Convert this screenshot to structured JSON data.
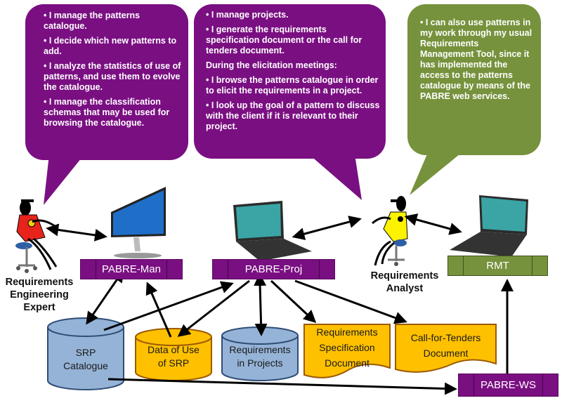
{
  "bubbles": {
    "expert": {
      "items": [
        "• I manage the patterns catalogue.",
        "• I decide which new patterns to add.",
        "• I analyze the statistics of use of patterns, and use them to evolve the catalogue.",
        "• I manage the classification schemas that may be used for browsing the catalogue."
      ]
    },
    "analyst": {
      "items": [
        "• I manage projects.",
        "• I generate the requirements specification document or the call for tenders document.",
        "During the elicitation meetings:",
        "• I browse the patterns catalogue in order to elicit the requirements in a project.",
        "• I look up the goal of a pattern to discuss with the client if it is relevant to their project."
      ]
    },
    "rmt_user": {
      "items": [
        "• I can also use patterns in my work through my usual Requirements Management Tool, since it has implemented the access to the patterns catalogue by means of the PABRE web services."
      ]
    }
  },
  "actors": {
    "expert": {
      "line1": "Requirements",
      "line2": "Engineering",
      "line3": "Expert"
    },
    "analyst": {
      "line1": "Requirements",
      "line2": "Analyst"
    }
  },
  "components": {
    "man": "PABRE-Man",
    "proj": "PABRE-Proj",
    "rmt": "RMT",
    "ws": "PABRE-WS"
  },
  "databases": {
    "srp": {
      "line1": "SRP",
      "line2": "Catalogue"
    },
    "usage": {
      "line1": "Data of Use",
      "line2": "of SRP"
    },
    "projects": {
      "line1": "Requirements",
      "line2": "in Projects"
    }
  },
  "documents": {
    "spec": {
      "line1": "Requirements",
      "line2": "Specification",
      "line3": "Document"
    },
    "tenders": {
      "line1": "Call-for-Tenders",
      "line2": "Document"
    }
  },
  "colors": {
    "purple": "#7a0f82",
    "green": "#76923c",
    "db_blue": "#95b3d7",
    "db_orange": "#ffc000"
  }
}
